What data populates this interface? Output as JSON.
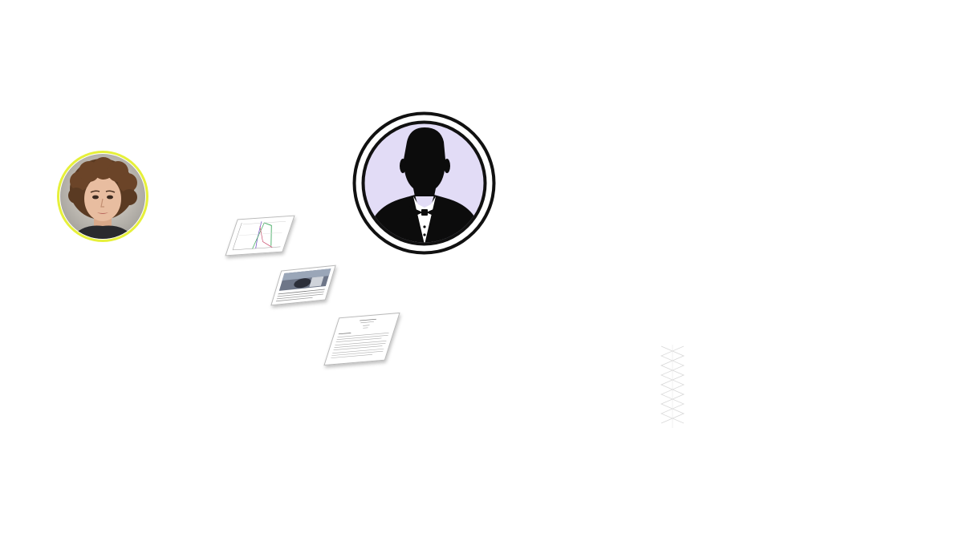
{
  "canvas": {
    "background": "#ffffff"
  },
  "avatars": {
    "user": {
      "icon": "user-avatar-photo",
      "ring_color": "#e6f03a",
      "portrait_bg": "#c9b59c"
    },
    "contact": {
      "icon": "silhouette-tuxedo-icon",
      "ring_color": "#111111",
      "fill_color": "#e2dcf6"
    }
  },
  "documents": [
    {
      "kind": "chart-document",
      "icon": "chart-thumbnail"
    },
    {
      "kind": "photo-document",
      "icon": "photo-thumbnail"
    },
    {
      "kind": "text-document",
      "icon": "text-thumbnail"
    }
  ],
  "decorations": {
    "network": {
      "icon": "network-lines-graphic",
      "color": "#d8d8d8"
    }
  }
}
